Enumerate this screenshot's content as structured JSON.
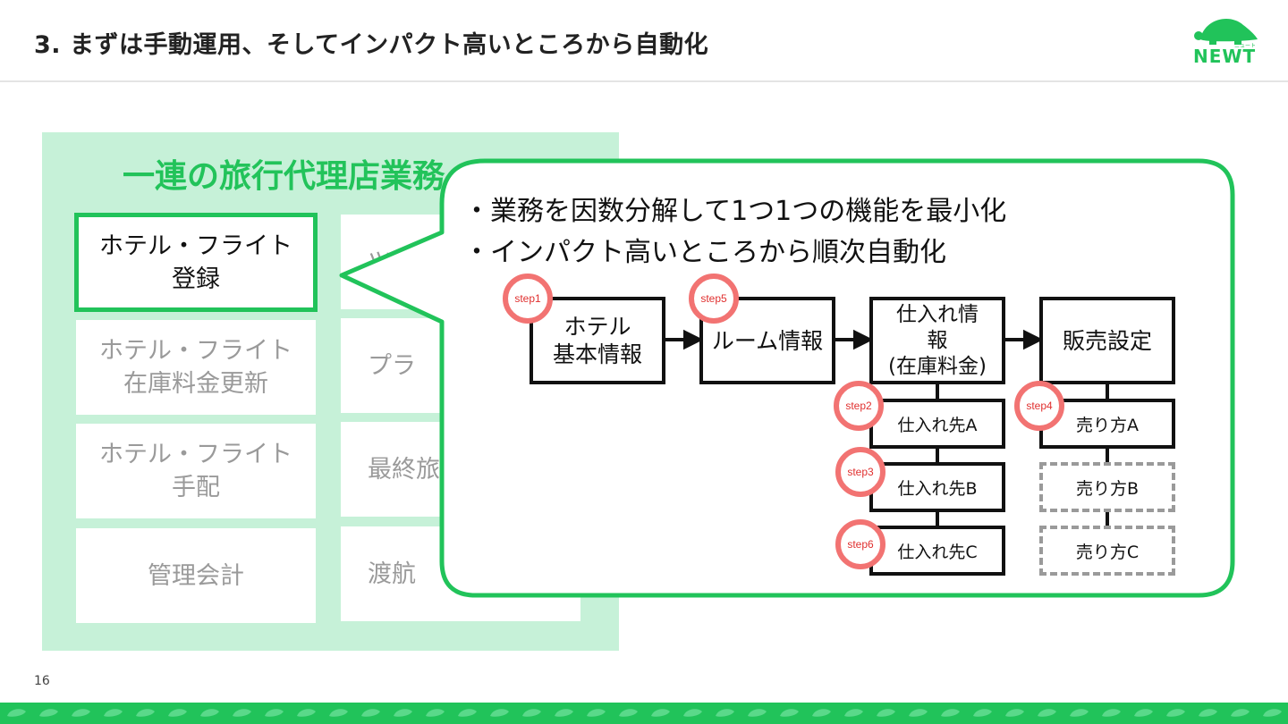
{
  "header": {
    "title": "3. まずは手動運用、そしてインパクト高いところから自動化",
    "logo_text": "NEWT",
    "logo_sub": "ニュート"
  },
  "page_number": "16",
  "panel": {
    "title": "一連の旅行代理店業務",
    "left_items": [
      {
        "lines": [
          "ホテル・フライト",
          "登録"
        ],
        "active": true
      },
      {
        "lines": [
          "ホテル・フライト",
          "在庫料金更新"
        ],
        "active": false
      },
      {
        "lines": [
          "ホテル・フライト",
          "手配"
        ],
        "active": false
      },
      {
        "lines": [
          "管理会計"
        ],
        "active": false
      }
    ],
    "right_items": [
      "ツ",
      "プラ",
      "最終旅",
      "渡航"
    ]
  },
  "callout": {
    "bullets": [
      "・業務を因数分解して1つ1つの機能を最小化",
      "・インパクト高いところから順次自動化"
    ]
  },
  "flow": {
    "boxes": {
      "hotel": [
        "ホテル",
        "基本情報"
      ],
      "room": [
        "ルーム情報"
      ],
      "supply": [
        "仕入れ情",
        "報",
        "(在庫料金)"
      ],
      "sales": [
        "販売設定"
      ]
    },
    "suppliers": [
      "仕入れ先A",
      "仕入れ先B",
      "仕入れ先C"
    ],
    "methods": [
      "売り方A",
      "売り方B",
      "売り方C"
    ],
    "steps": {
      "s1": "step1",
      "s2": "step2",
      "s3": "step3",
      "s4": "step4",
      "s5": "step5",
      "s6": "step6"
    }
  },
  "colors": {
    "accent": "#21c35a",
    "panel_bg": "#c6f1d8",
    "step_ring": "#f27372",
    "muted_text": "#9a9a9a"
  }
}
